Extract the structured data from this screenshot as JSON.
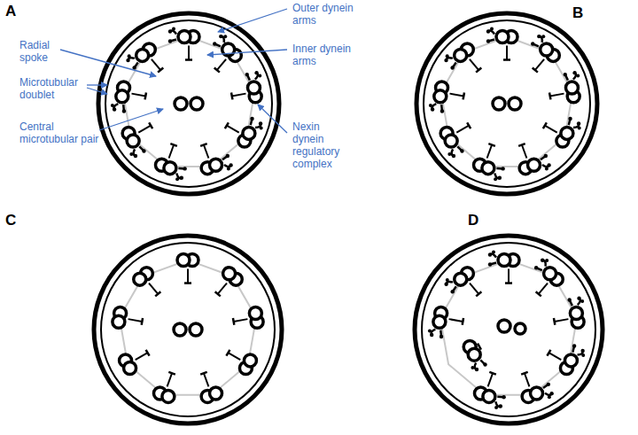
{
  "diagram": {
    "labels": [
      "A",
      "Outer dynein arms",
      "B",
      "Radial spoke",
      "Inner dynein arms",
      "Microtubular doublet",
      "Central microtubular pair",
      "Nexin dynein regulatory complex",
      "C",
      "D"
    ]
  }
}
